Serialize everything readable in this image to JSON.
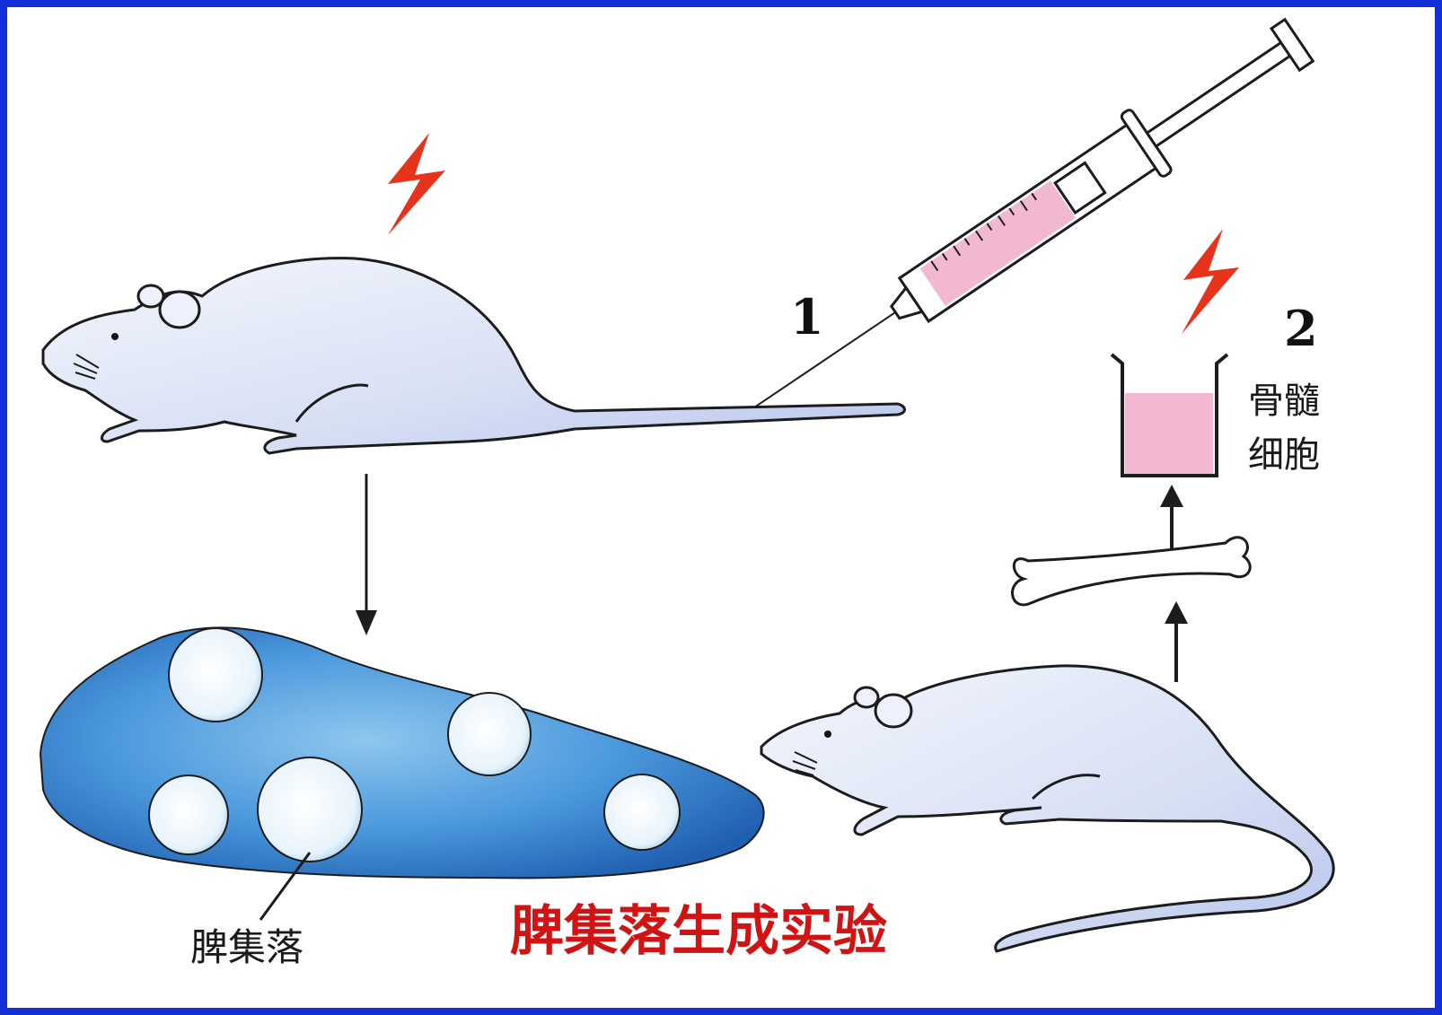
{
  "diagram": {
    "title": "脾集落生成实验",
    "step_labels": [
      "1",
      "2"
    ],
    "bone_marrow_label": [
      "骨髓",
      "细胞"
    ],
    "spleen_colony_label": "脾集落",
    "colors": {
      "title": "#d01414",
      "irradiation": "#e8331c",
      "mouse_fill": "#cdd7f2",
      "spleen_fill": "#3f8fd6",
      "cell_fill": "#f2b8d2",
      "frame": "#1530d8"
    },
    "icons": [
      "radiation-bolt-icon",
      "syringe-icon",
      "beaker-icon",
      "bone-icon",
      "arrow-icon"
    ]
  }
}
